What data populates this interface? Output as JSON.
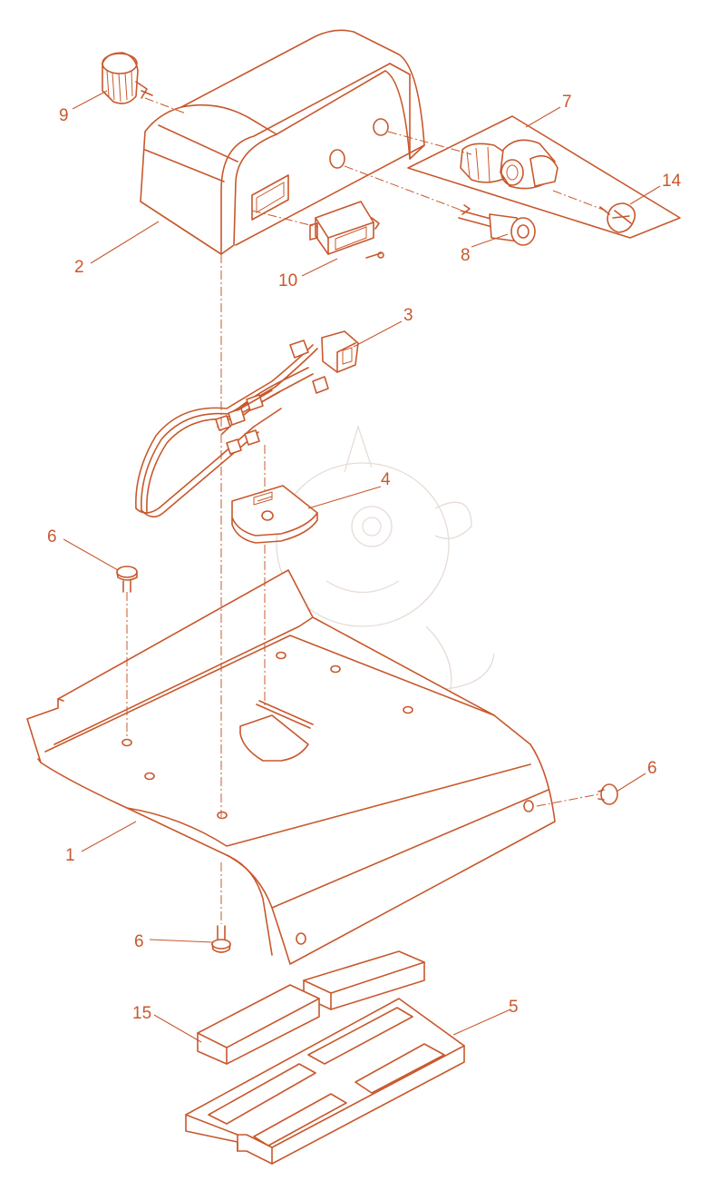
{
  "diagram": {
    "type": "exploded-parts-view",
    "line_color": "#c8582c",
    "watermark": "faint baby-dragon illustration in background",
    "callouts": [
      {
        "id": "c1",
        "label": "1"
      },
      {
        "id": "c2",
        "label": "2"
      },
      {
        "id": "c3",
        "label": "3"
      },
      {
        "id": "c4",
        "label": "4"
      },
      {
        "id": "c5",
        "label": "5"
      },
      {
        "id": "c6a",
        "label": "6"
      },
      {
        "id": "c6b",
        "label": "6"
      },
      {
        "id": "c6c",
        "label": "6"
      },
      {
        "id": "c7",
        "label": "7"
      },
      {
        "id": "c8",
        "label": "8"
      },
      {
        "id": "c9",
        "label": "9"
      },
      {
        "id": "c10",
        "label": "10"
      },
      {
        "id": "c14",
        "label": "14"
      },
      {
        "id": "c15",
        "label": "15"
      }
    ]
  }
}
